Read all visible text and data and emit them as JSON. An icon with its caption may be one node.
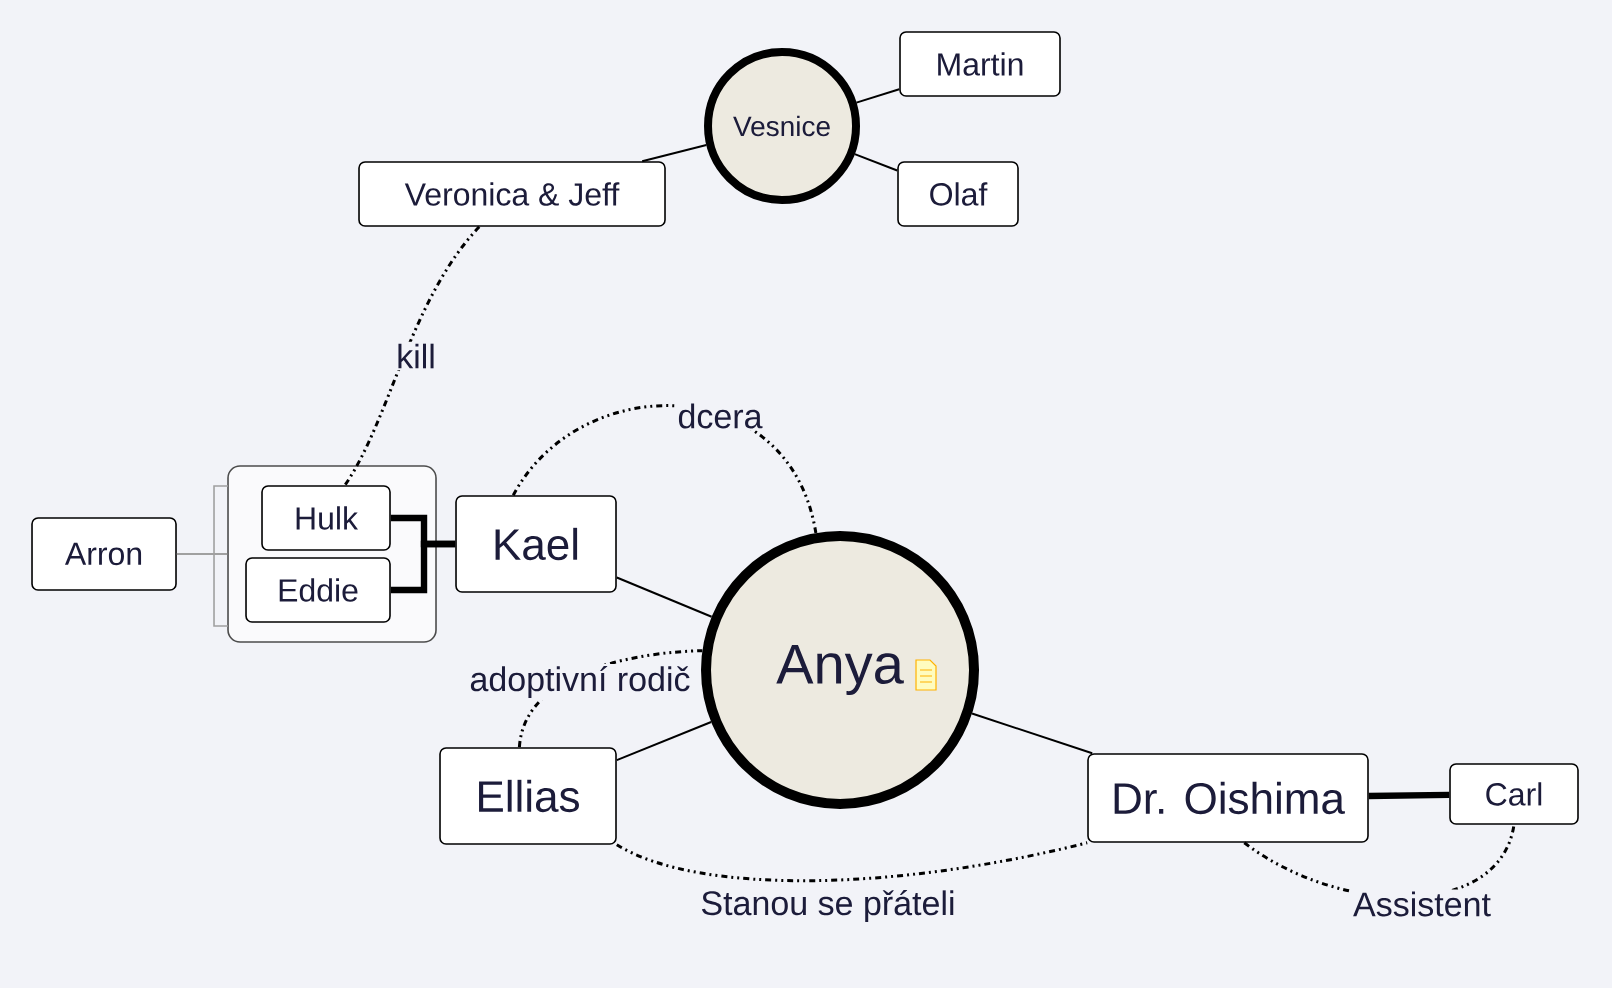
{
  "diagram": {
    "nodes": [
      {
        "text": [
          "Vesnice"
        ]
      },
      {
        "text": [
          "Martin"
        ]
      },
      {
        "text": [
          "Olaf"
        ]
      },
      {
        "text": [
          "Veronica & Jeff"
        ]
      },
      {
        "text": [
          "Anya"
        ]
      },
      {
        "text": [
          "Kael"
        ]
      },
      {
        "text": [],
        "shape": "box"
      },
      {
        "text": [
          "Hulk"
        ],
        "in": 6
      },
      {
        "text": [
          "Eddie"
        ],
        "in": 6
      },
      {
        "text": [
          "Arron"
        ]
      },
      {
        "text": [
          "Ellias"
        ]
      },
      {
        "text": [
          "Dr. Oishima"
        ]
      },
      {
        "text": [
          "Carl"
        ]
      }
    ],
    "edges": [
      {
        "from": 0,
        "to": 1,
        "arrow": "none"
      },
      {
        "from": 0,
        "to": 2,
        "arrow": "none"
      },
      {
        "from": 0,
        "to": 3,
        "arrow": "none"
      },
      {
        "from": 3,
        "to": 7,
        "arrow": "none",
        "label": "kill",
        "style": "dashed"
      },
      {
        "from": 4,
        "to": 5,
        "arrow": "none"
      },
      {
        "from": 5,
        "to": 4,
        "arrow": "none",
        "label": "dcera",
        "style": "dashed"
      },
      {
        "from": 5,
        "to": 7,
        "arrow": "none",
        "style": "thick"
      },
      {
        "from": 5,
        "to": 8,
        "arrow": "none",
        "style": "thick"
      },
      {
        "from": 9,
        "to": 6,
        "arrow": "none",
        "color": "#a0a0a0"
      },
      {
        "from": 4,
        "to": 10,
        "arrow": "none"
      },
      {
        "from": 10,
        "to": 4,
        "arrow": "none",
        "label": "adoptivní rodič",
        "style": "dashed"
      },
      {
        "from": 4,
        "to": 11,
        "arrow": "none"
      },
      {
        "from": 10,
        "to": 11,
        "arrow": "none",
        "label": "Stanou se přáteli",
        "style": "dashed"
      },
      {
        "from": 11,
        "to": 12,
        "arrow": "none",
        "style": "thick"
      },
      {
        "from": 11,
        "to": 12,
        "arrow": "none",
        "label": "Assistent",
        "style": "dashed"
      }
    ]
  }
}
